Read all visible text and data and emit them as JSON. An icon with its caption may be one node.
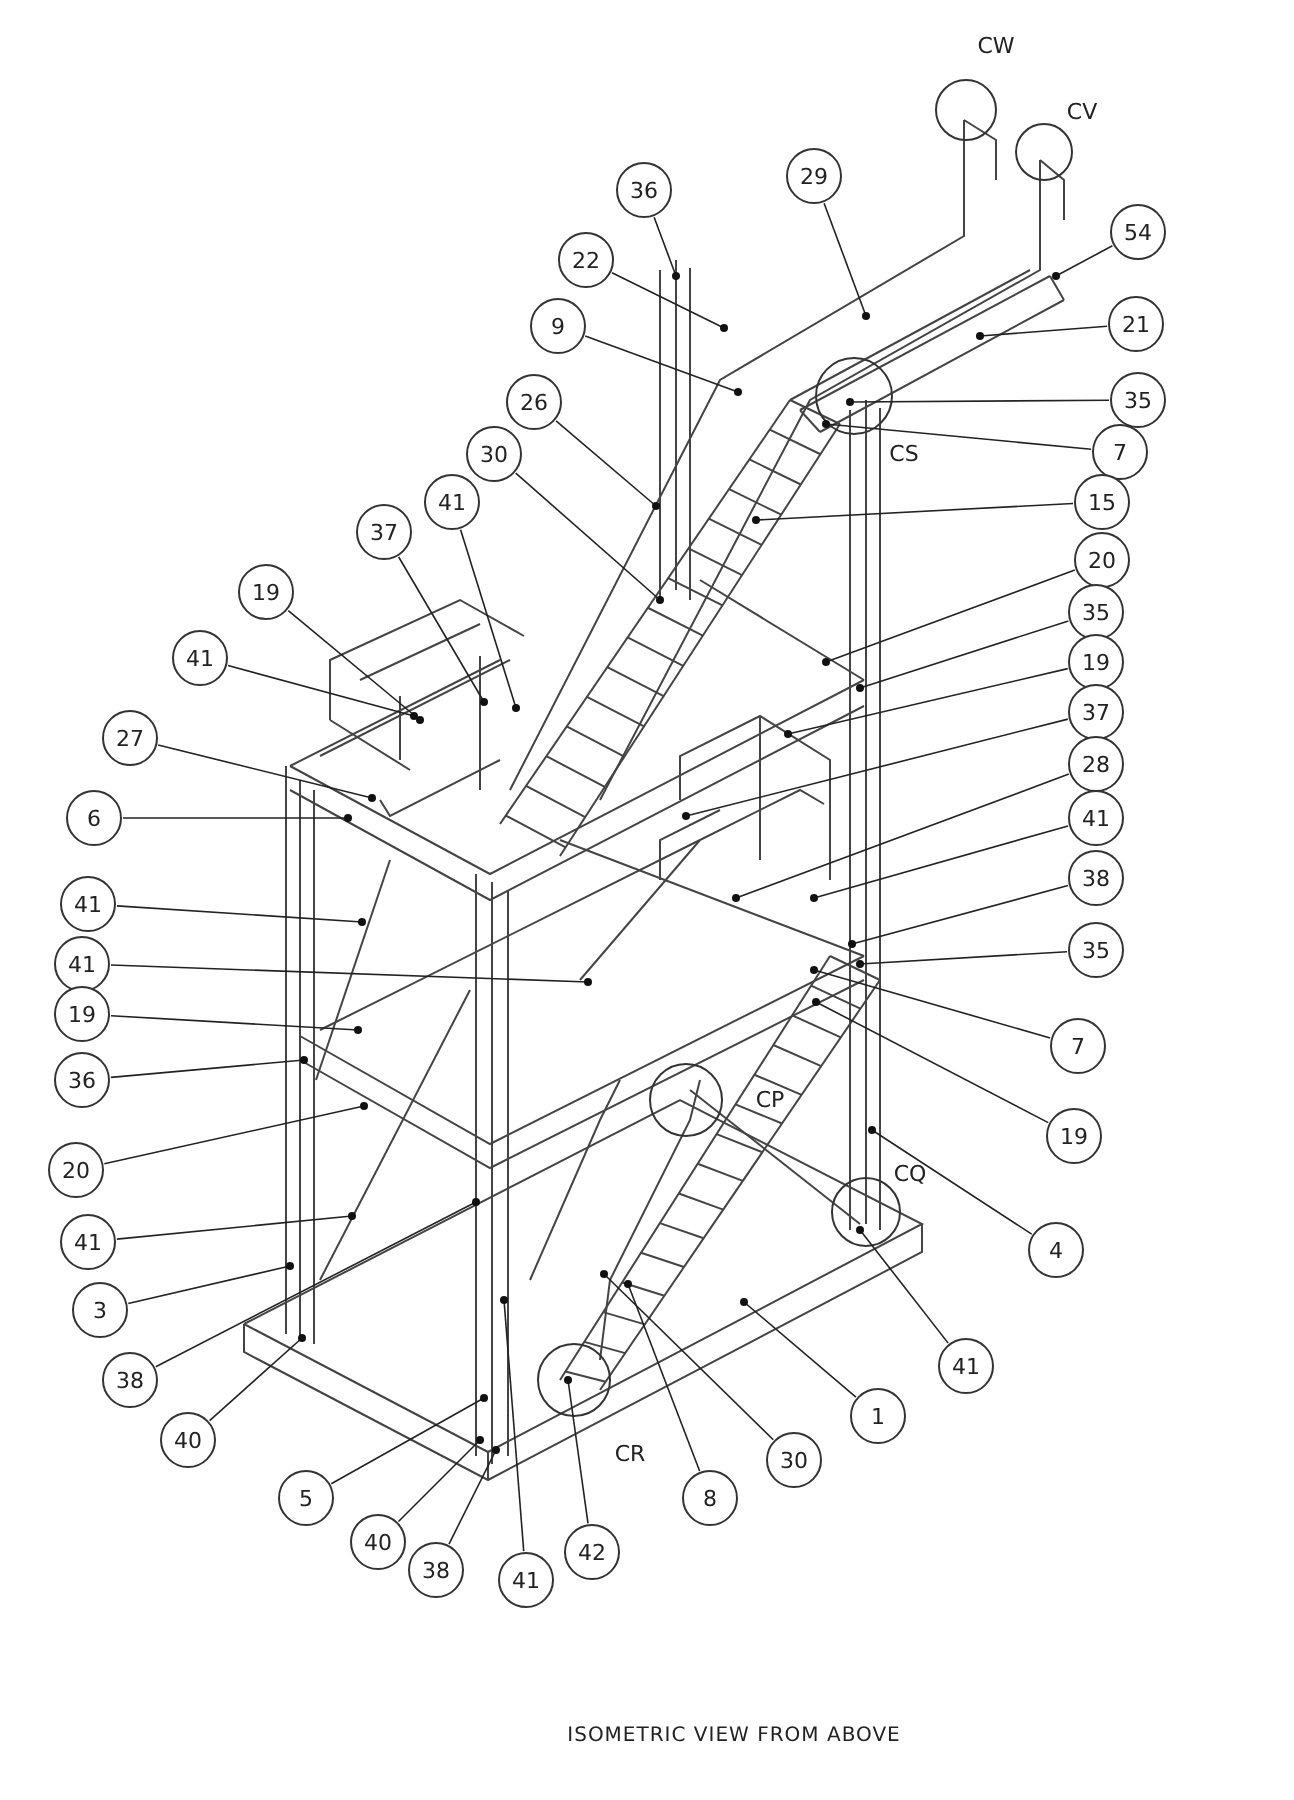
{
  "diagram": {
    "caption": "ISOMETRIC VIEW FROM ABOVE",
    "nodes": [
      {
        "text": [
          "29"
        ]
      },
      {
        "text": [
          "36"
        ]
      },
      {
        "text": [
          "54"
        ]
      },
      {
        "text": [
          "22"
        ]
      },
      {
        "text": [
          "21"
        ]
      },
      {
        "text": [
          "9"
        ]
      },
      {
        "text": [
          "35"
        ]
      },
      {
        "text": [
          "26"
        ]
      },
      {
        "text": [
          "7"
        ]
      },
      {
        "text": [
          "30"
        ]
      },
      {
        "text": [
          "41"
        ]
      },
      {
        "text": [
          "15"
        ]
      },
      {
        "text": [
          "37"
        ]
      },
      {
        "text": [
          "20"
        ]
      },
      {
        "text": [
          "19"
        ]
      },
      {
        "text": [
          "35"
        ]
      },
      {
        "text": [
          "41"
        ]
      },
      {
        "text": [
          "19"
        ]
      },
      {
        "text": [
          "37"
        ]
      },
      {
        "text": [
          "27"
        ]
      },
      {
        "text": [
          "28"
        ]
      },
      {
        "text": [
          "6"
        ]
      },
      {
        "text": [
          "41"
        ]
      },
      {
        "text": [
          "38"
        ]
      },
      {
        "text": [
          "41"
        ]
      },
      {
        "text": [
          "35"
        ]
      },
      {
        "text": [
          "41"
        ]
      },
      {
        "text": [
          "19"
        ]
      },
      {
        "text": [
          "7"
        ]
      },
      {
        "text": [
          "36"
        ]
      },
      {
        "text": [
          "19"
        ]
      },
      {
        "text": [
          "20"
        ]
      },
      {
        "text": [
          "41"
        ]
      },
      {
        "text": [
          "4"
        ]
      },
      {
        "text": [
          "3"
        ]
      },
      {
        "text": [
          "41"
        ]
      },
      {
        "text": [
          "38"
        ]
      },
      {
        "text": [
          "1"
        ]
      },
      {
        "text": [
          "40"
        ]
      },
      {
        "text": [
          "30"
        ]
      },
      {
        "text": [
          "8"
        ]
      },
      {
        "text": [
          "5"
        ]
      },
      {
        "text": [
          "40"
        ]
      },
      {
        "text": [
          "42"
        ]
      },
      {
        "text": [
          "38"
        ]
      },
      {
        "text": [
          "41"
        ]
      }
    ],
    "edges": [
      {
        "from": 0,
        "to": null,
        "arrow": "other"
      },
      {
        "from": 1,
        "to": null,
        "arrow": "other"
      },
      {
        "from": 2,
        "to": null,
        "arrow": "other"
      },
      {
        "from": 3,
        "to": null,
        "arrow": "other"
      },
      {
        "from": 4,
        "to": null,
        "arrow": "other"
      },
      {
        "from": 5,
        "to": null,
        "arrow": "other"
      },
      {
        "from": 6,
        "to": null,
        "arrow": "other"
      },
      {
        "from": 7,
        "to": null,
        "arrow": "other"
      },
      {
        "from": 8,
        "to": null,
        "arrow": "other"
      },
      {
        "from": 9,
        "to": null,
        "arrow": "other"
      },
      {
        "from": 10,
        "to": null,
        "arrow": "other"
      },
      {
        "from": 11,
        "to": null,
        "arrow": "other"
      },
      {
        "from": 12,
        "to": null,
        "arrow": "other"
      },
      {
        "from": 13,
        "to": null,
        "arrow": "other"
      },
      {
        "from": 14,
        "to": null,
        "arrow": "other"
      },
      {
        "from": 15,
        "to": null,
        "arrow": "other"
      },
      {
        "from": 16,
        "to": null,
        "arrow": "other"
      },
      {
        "from": 17,
        "to": null,
        "arrow": "other"
      },
      {
        "from": 18,
        "to": null,
        "arrow": "other"
      },
      {
        "from": 19,
        "to": null,
        "arrow": "other"
      },
      {
        "from": 20,
        "to": null,
        "arrow": "other"
      },
      {
        "from": 21,
        "to": null,
        "arrow": "other"
      },
      {
        "from": 22,
        "to": null,
        "arrow": "other"
      },
      {
        "from": 23,
        "to": null,
        "arrow": "other"
      },
      {
        "from": 24,
        "to": null,
        "arrow": "other"
      },
      {
        "from": 25,
        "to": null,
        "arrow": "other"
      },
      {
        "from": 26,
        "to": null,
        "arrow": "other"
      },
      {
        "from": 27,
        "to": null,
        "arrow": "other"
      },
      {
        "from": 28,
        "to": null,
        "arrow": "other"
      },
      {
        "from": 29,
        "to": null,
        "arrow": "other"
      },
      {
        "from": 30,
        "to": null,
        "arrow": "other"
      },
      {
        "from": 31,
        "to": null,
        "arrow": "other"
      },
      {
        "from": 32,
        "to": null,
        "arrow": "other"
      },
      {
        "from": 33,
        "to": null,
        "arrow": "other"
      },
      {
        "from": 34,
        "to": null,
        "arrow": "other"
      },
      {
        "from": 35,
        "to": null,
        "arrow": "other"
      },
      {
        "from": 36,
        "to": null,
        "arrow": "other"
      },
      {
        "from": 37,
        "to": null,
        "arrow": "other"
      },
      {
        "from": 38,
        "to": null,
        "arrow": "other"
      },
      {
        "from": 39,
        "to": null,
        "arrow": "other"
      },
      {
        "from": 40,
        "to": null,
        "arrow": "other"
      },
      {
        "from": 41,
        "to": null,
        "arrow": "other"
      },
      {
        "from": 42,
        "to": null,
        "arrow": "other"
      },
      {
        "from": 43,
        "to": null,
        "arrow": "other"
      },
      {
        "from": 44,
        "to": null,
        "arrow": "other"
      },
      {
        "from": 45,
        "to": null,
        "arrow": "other"
      }
    ],
    "labels": [
      "CW",
      "CV",
      "CS",
      "CP",
      "CQ",
      "CR"
    ]
  }
}
